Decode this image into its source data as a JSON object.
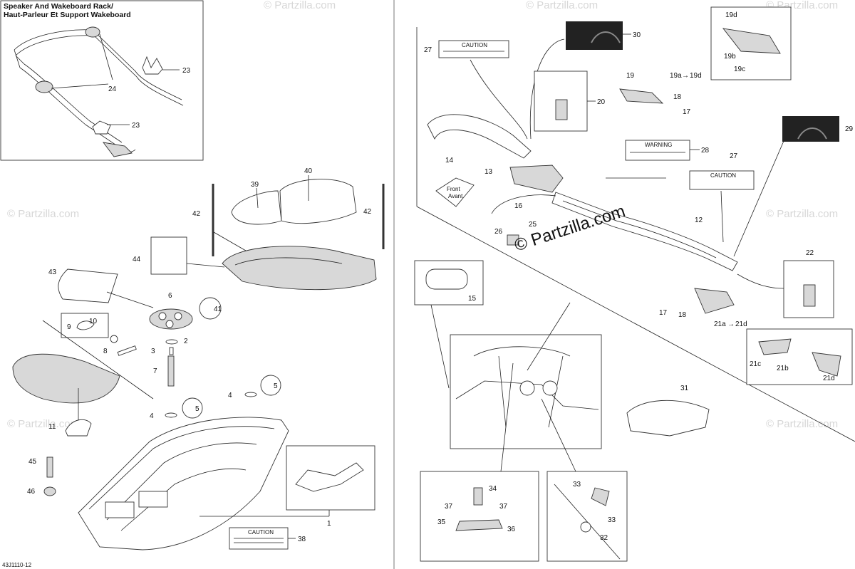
{
  "inset_title": {
    "line1": "Speaker And Wakeboard Rack/",
    "line2": "Haut-Parleur Et Support Wakeboard"
  },
  "watermark": "© Partzilla.com",
  "brand": "© Partzilla.com",
  "front_label": {
    "line1": "Front",
    "line2": "Avant"
  },
  "diagram_code": "43J1110-12",
  "callouts": {
    "c1": "1",
    "c2": "2",
    "c3": "3",
    "c4a": "4",
    "c4b": "4",
    "c5a": "5",
    "c5b": "5",
    "c6": "6",
    "c7": "7",
    "c8": "8",
    "c9": "9",
    "c10": "10",
    "c11": "11",
    "c12": "12",
    "c13": "13",
    "c14": "14",
    "c15": "15",
    "c16": "16",
    "c17a": "17",
    "c17b": "17",
    "c18a": "18",
    "c18b": "18",
    "c19": "19",
    "c19a": "19a",
    "c19d_arrow": "19d",
    "c19b": "19b",
    "c19c": "19c",
    "c19d": "19d",
    "c20": "20",
    "c21a": "21a",
    "c21d_arrow": "21d",
    "c21b": "21b",
    "c21c": "21c",
    "c21d": "21d",
    "c22": "22",
    "c23a": "23",
    "c23b": "23",
    "c24": "24",
    "c25": "25",
    "c26": "26",
    "c27a": "27",
    "c27b": "27",
    "c28": "28",
    "c29": "29",
    "c30": "30",
    "c31": "31",
    "c32": "32",
    "c33a": "33",
    "c33b": "33",
    "c34": "34",
    "c35": "35",
    "c36": "36",
    "c37a": "37",
    "c37b": "37",
    "c38": "38",
    "c39": "39",
    "c40": "40",
    "c41": "41",
    "c42a": "42",
    "c42b": "42",
    "c43": "43",
    "c44": "44",
    "c45": "45",
    "c46": "46"
  },
  "labels": {
    "caution": "CAUTION",
    "warning": "WARNING"
  }
}
